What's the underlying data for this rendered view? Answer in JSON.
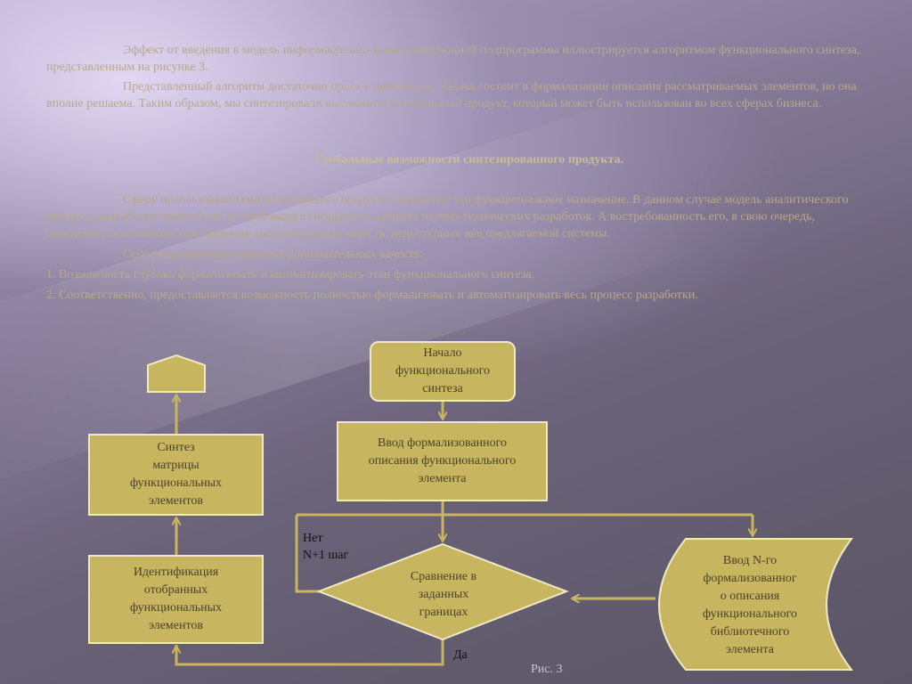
{
  "intro": {
    "p1": "Эффект от введения в модель информационно-коммуникационной подпрограммы иллюстрируется алгоритмом функционального синтеза, представленным на рисунке 3.",
    "p2": "Представленный алгоритм достаточно прост и действенен. Задача состоит в формализации описания рассматриваемых элементов, но она вполне решаема. Таким образом, мы синтезировали высокоинтеллектуальный продукт, который может быть использован во всех сферах бизнеса."
  },
  "heading": "Глобальные возможности синтезированного продукта.",
  "body": {
    "p3": "Сферу использования синтезированного продукта определяет его функциональное назначение. В данном случае модель аналитического процесса разработки может быть востребована в гигантском сегменте научно-технических разработок. А востребованность его, в свою очередь, определяется возможностью введения дополнительных качеств, недоступных вне предлагаемой системы.",
    "p4": "Особо выделим весь комплекс дополнительных качеств:",
    "item1": "1. Возможность глубоко формализовать и автоматизировать этап функционального синтеза.",
    "item2": "2. Соответственно, предоставляется возможность полностью формализовать и автоматизировать весь процесс разработки."
  },
  "diagram": {
    "start": [
      "Начало",
      "функционального",
      "синтеза"
    ],
    "input": [
      "Ввод формализованного",
      "описания функционального",
      "элемента"
    ],
    "compare": [
      "Сравнение в",
      "заданных",
      "границах"
    ],
    "nth_input": [
      "Ввод N-го",
      "формализованног",
      "о описания",
      "функционального",
      "библиотечного",
      "элемента"
    ],
    "identify": [
      "Идентификация",
      "отобранных",
      "функциональных",
      "элементов"
    ],
    "synthesis": [
      "Синтез",
      "матрицы",
      "функциональных",
      "элементов"
    ],
    "label_no": "Нет",
    "label_step": "N+1 шаг",
    "label_yes": "Да"
  },
  "caption": "Рис. 3",
  "colors": {
    "box_fill": "#c8b560",
    "box_border": "#efe8c4",
    "line": "#c8b560",
    "text": "#b7a98a"
  }
}
